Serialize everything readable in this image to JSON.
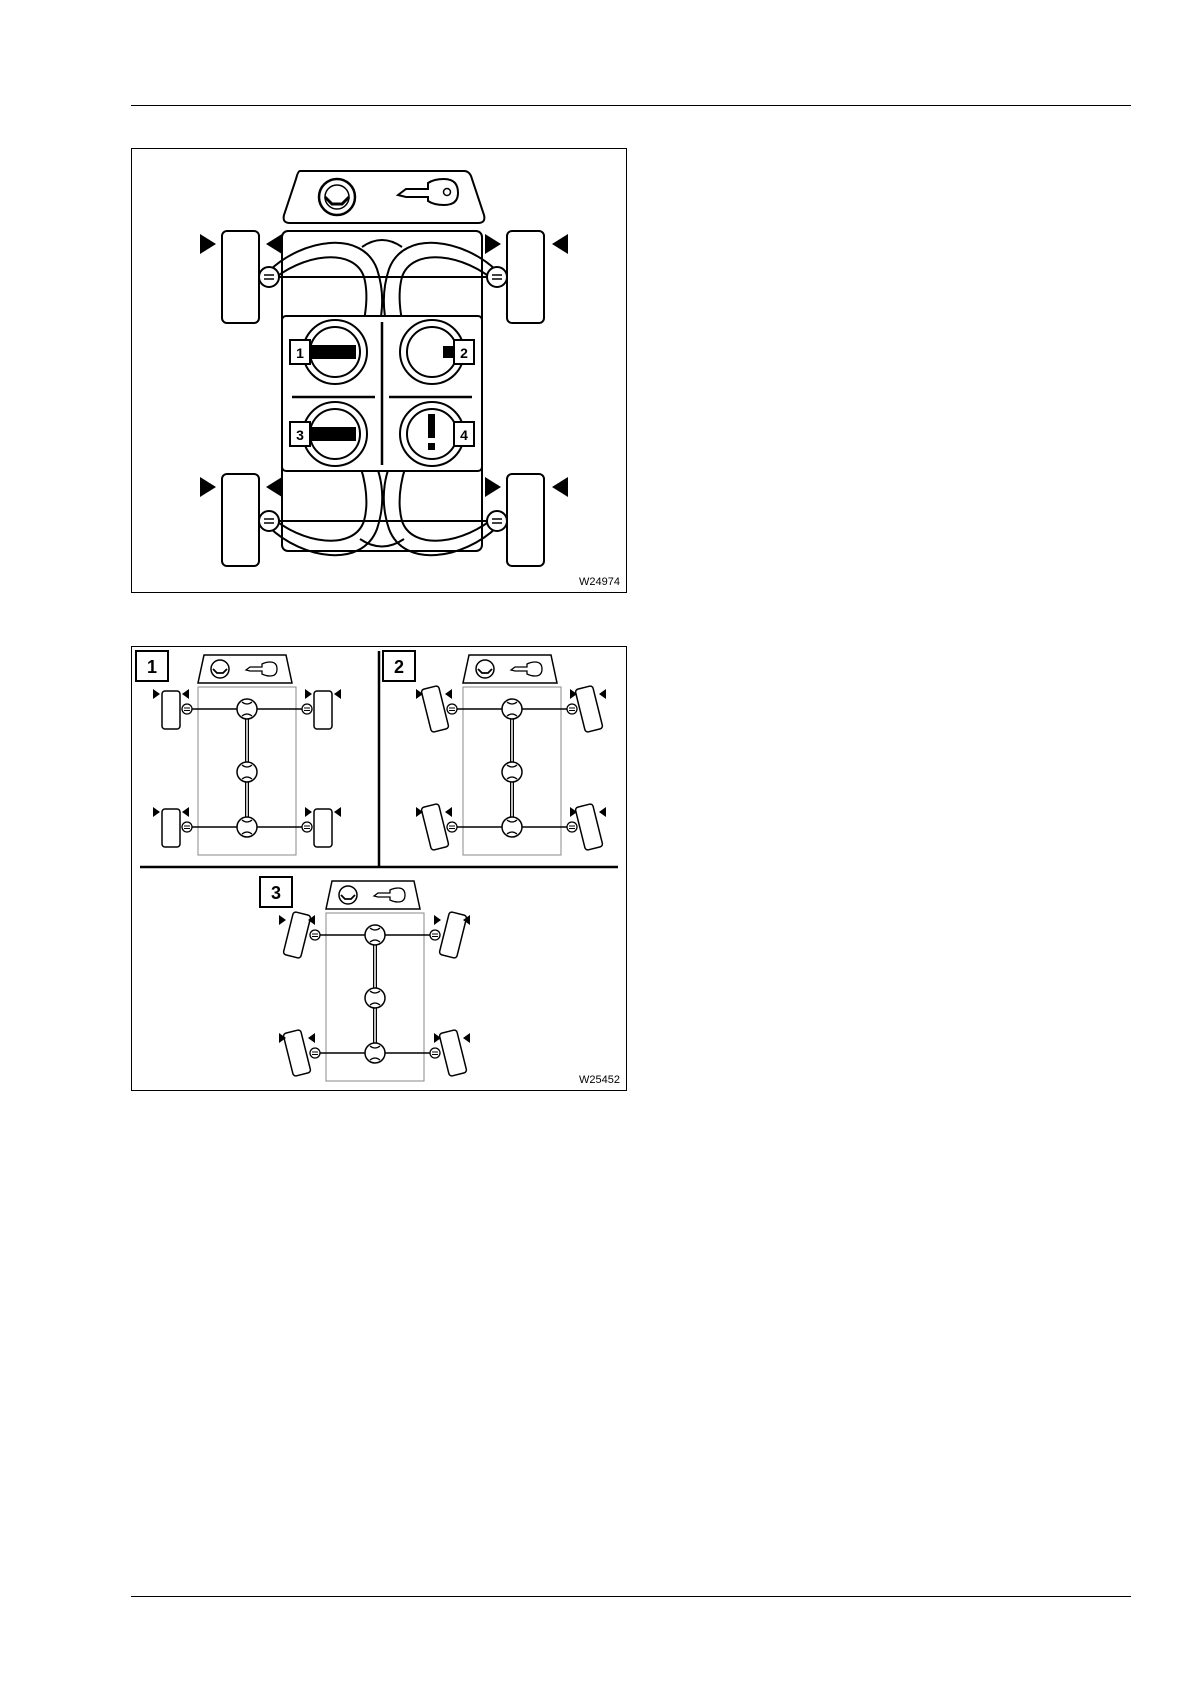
{
  "figures": [
    {
      "id": "W24974",
      "callouts": [
        "1",
        "2",
        "3",
        "4"
      ]
    },
    {
      "id": "W25452",
      "panels": [
        "1",
        "2",
        "3"
      ]
    }
  ],
  "icons": {
    "steering": "steering-wheel-icon",
    "key": "key-icon",
    "warning": "exclamation-icon"
  }
}
